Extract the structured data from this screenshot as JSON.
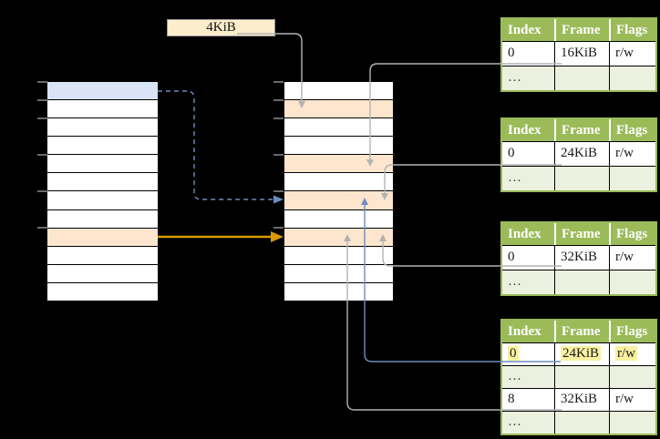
{
  "palette": {
    "background": "#000000",
    "row_white": "#ffffff",
    "blue_fill": "#d9e4f6",
    "orange_fill": "#fde6cd",
    "cream_fill": "#fcedcd",
    "cream_border": "#999999",
    "green_header": "#9bbb59",
    "green_light": "#ebf1de",
    "header_text": "#ffffff",
    "table_text": "#1a1a1a",
    "cell_border": "#000000",
    "gray_line": "#b3b3b3",
    "tick_gray": "#8c8c8c",
    "blue_line": "#6c8ebf",
    "orange_line": "#d79b00",
    "highlight_yellow": "#faf0a0"
  },
  "size_label": "4KiB",
  "memory": {
    "left_column": [
      "blue",
      "white",
      "white",
      "white",
      "white",
      "white",
      "white",
      "white",
      "orange",
      "white",
      "white",
      "white"
    ],
    "right_column": [
      "white",
      "orange",
      "white",
      "white",
      "orange",
      "white",
      "orange",
      "white",
      "orange",
      "white",
      "white",
      "white"
    ]
  },
  "page_tables": {
    "headers": [
      "Index",
      "Frame",
      "Flags"
    ],
    "tables": [
      {
        "rows": [
          {
            "cells": [
              "0",
              "16KiB",
              "r/w"
            ]
          },
          {
            "cells": [
              "…",
              "",
              ""
            ],
            "dots": true
          }
        ]
      },
      {
        "rows": [
          {
            "cells": [
              "0",
              "24KiB",
              "r/w"
            ]
          },
          {
            "cells": [
              "…",
              "",
              ""
            ],
            "dots": true
          }
        ]
      },
      {
        "rows": [
          {
            "cells": [
              "0",
              "32KiB",
              "r/w"
            ]
          },
          {
            "cells": [
              "…",
              "",
              ""
            ],
            "dots": true
          }
        ]
      },
      {
        "rows": [
          {
            "cells": [
              "0",
              "24KiB",
              "r/w"
            ],
            "highlight": true
          },
          {
            "cells": [
              "…",
              "",
              ""
            ],
            "dots": true
          },
          {
            "cells": [
              "8",
              "32KiB",
              "r/w"
            ]
          },
          {
            "cells": [
              "…",
              "",
              ""
            ],
            "dots": true
          }
        ]
      }
    ]
  }
}
